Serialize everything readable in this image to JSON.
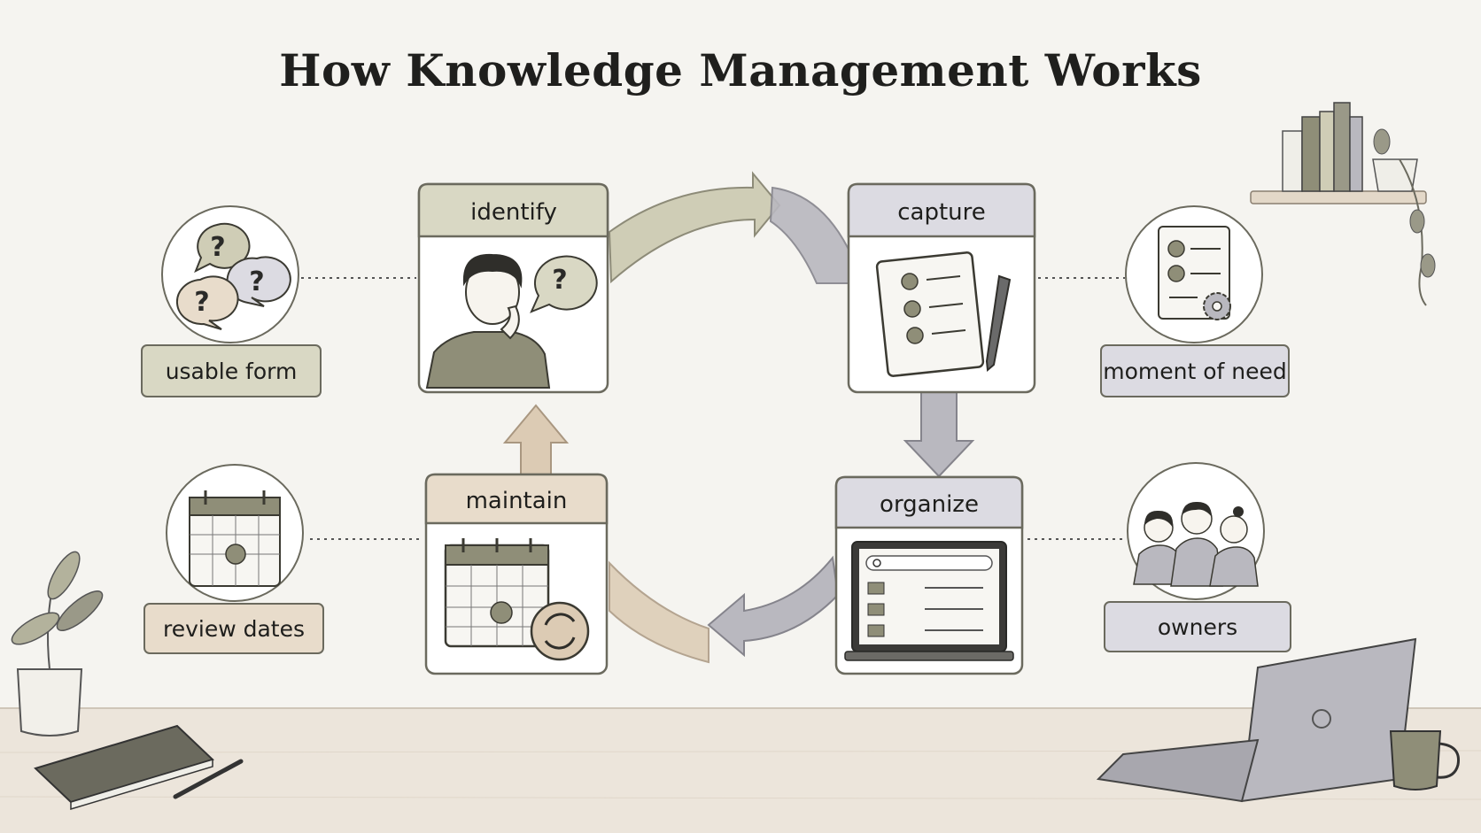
{
  "title": "How Knowledge Management Works",
  "steps": {
    "identify": "identify",
    "capture": "capture",
    "organize": "organize",
    "maintain": "maintain"
  },
  "notes": {
    "usable_form": "usable form",
    "moment_of_need": "moment of need",
    "review_dates": "review dates",
    "owners": "owners"
  },
  "symbols": {
    "question": "?"
  },
  "colors": {
    "background": "#f5f4f0",
    "olive": "#d9d8c4",
    "lavender": "#dcdbe2",
    "tan": "#e8dccb",
    "ink": "#2a2a28",
    "arrow_olive": "#cfcdb6",
    "arrow_gray": "#b9b8bf",
    "arrow_tan": "#dccbb4"
  }
}
